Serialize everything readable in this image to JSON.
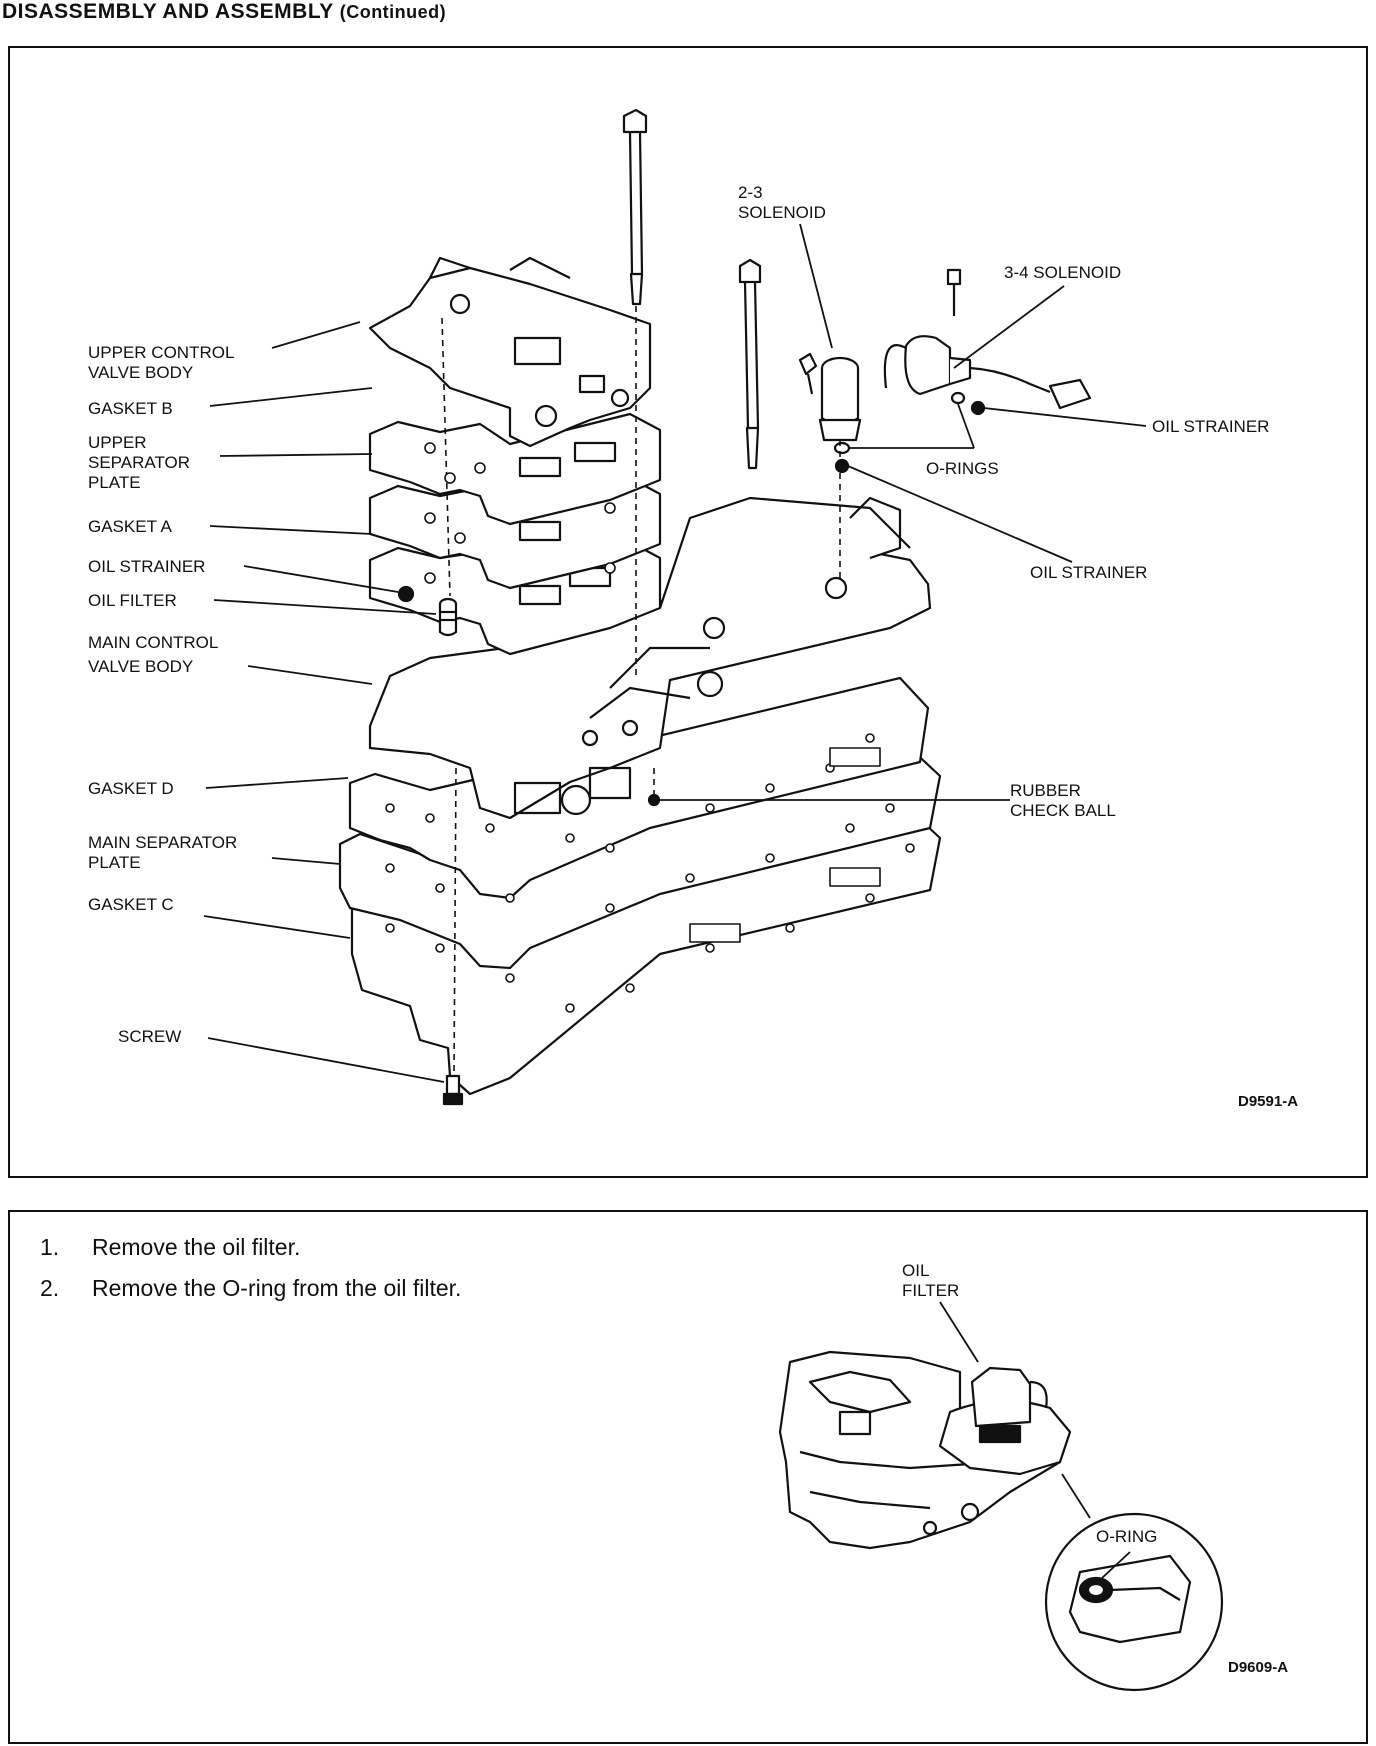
{
  "header": {
    "title": "DISASSEMBLY AND ASSEMBLY",
    "continued": "(Continued)"
  },
  "figure1": {
    "figure_id": "D9591-A",
    "labels": {
      "upper_control_valve_body": [
        "UPPER CONTROL",
        "VALVE BODY"
      ],
      "gasket_b": "GASKET B",
      "upper_separator_plate": [
        "UPPER",
        "SEPARATOR",
        "PLATE"
      ],
      "gasket_a": "GASKET A",
      "oil_strainer_left": "OIL STRAINER",
      "oil_filter": "OIL FILTER",
      "main_control_valve_body": [
        "MAIN CONTROL",
        "VALVE BODY"
      ],
      "gasket_d": "GASKET D",
      "main_separator_plate": [
        "MAIN SEPARATOR",
        "PLATE"
      ],
      "gasket_c": "GASKET C",
      "screw": "SCREW",
      "solenoid_23": [
        "2-3",
        "SOLENOID"
      ],
      "solenoid_34": "3-4 SOLENOID",
      "oil_strainer_right_top": "OIL STRAINER",
      "o_rings": "O-RINGS",
      "oil_strainer_right": "OIL STRAINER",
      "rubber_check_ball": [
        "RUBBER",
        "CHECK BALL"
      ]
    }
  },
  "instructions": {
    "steps": [
      {
        "num": "1.",
        "text": "Remove the oil filter."
      },
      {
        "num": "2.",
        "text": "Remove the O-ring from the oil filter."
      }
    ]
  },
  "figure2": {
    "figure_id": "D9609-A",
    "labels": {
      "oil_filter": [
        "OIL",
        "FILTER"
      ],
      "o_ring": "O-RING"
    }
  }
}
